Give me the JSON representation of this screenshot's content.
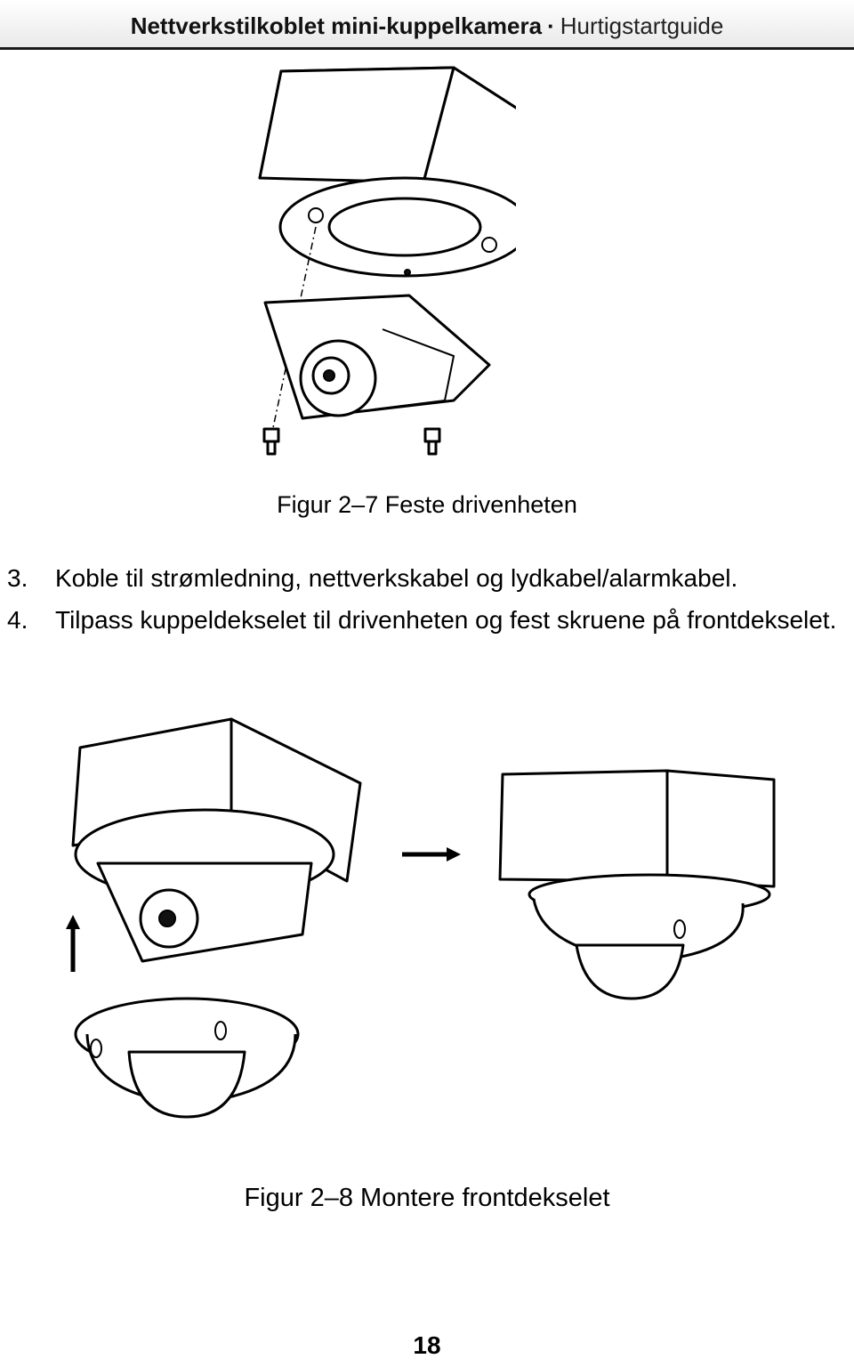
{
  "header": {
    "title": "Nettverkstilkoblet mini-kuppelkamera",
    "separator": "·",
    "subtitle": "Hurtigstartguide"
  },
  "figure_1": {
    "caption": "Figur 2–7 Feste drivenheten"
  },
  "steps": [
    {
      "number": "3.",
      "text": "Koble til strømledning, nettverkskabel og lydkabel/alarmkabel."
    },
    {
      "number": "4.",
      "text": "Tilpass kuppeldekselet til drivenheten og fest skruene på frontdekselet."
    }
  ],
  "figure_2": {
    "caption": "Figur 2–8 Montere frontdekselet"
  },
  "page_number": "18"
}
